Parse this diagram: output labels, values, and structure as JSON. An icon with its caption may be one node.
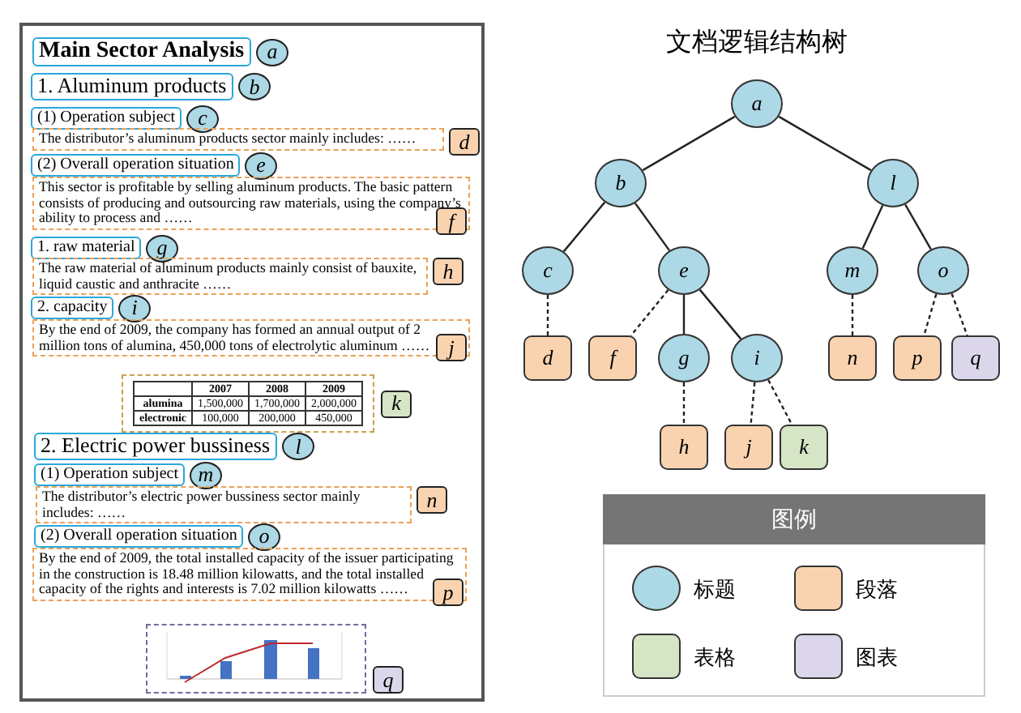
{
  "diagram": {
    "title": "文档逻辑结构树",
    "nodes": [
      {
        "text": [],
        "shape": "box"
      },
      {
        "text": [
          "Main Sector Analysis"
        ],
        "in": 0
      },
      {
        "text": [
          "a"
        ],
        "in": 0
      },
      {
        "text": [
          "1. Aluminum products"
        ],
        "in": 0
      },
      {
        "text": [
          "b"
        ],
        "in": 0
      },
      {
        "text": [
          "(1) Operation subject"
        ],
        "in": 0
      },
      {
        "text": [
          "c"
        ],
        "in": 0
      },
      {
        "text": [
          "The distributor’s aluminum products sector mainly includes: ……"
        ],
        "in": 0
      },
      {
        "text": [
          "d"
        ],
        "in": 0
      },
      {
        "text": [
          "(2) Overall operation situation"
        ],
        "in": 0
      },
      {
        "text": [
          "e"
        ],
        "in": 0
      },
      {
        "text": [
          "This sector is profitable by selling aluminum products. The basic pattern consists of producing and outsourcing raw materials, using the company’s ability to process and ……"
        ],
        "in": 0
      },
      {
        "text": [
          "f"
        ],
        "in": 0
      },
      {
        "text": [
          "1. raw material"
        ],
        "in": 0
      },
      {
        "text": [
          "g"
        ],
        "in": 0
      },
      {
        "text": [
          "The raw material of aluminum products mainly consist of bauxite, liquid caustic and anthracite ……"
        ],
        "in": 0
      },
      {
        "text": [
          "h"
        ],
        "in": 0
      },
      {
        "text": [
          "2. capacity"
        ],
        "in": 0
      },
      {
        "text": [
          "i"
        ],
        "in": 0
      },
      {
        "text": [
          "By the end of 2009, the company has formed an annual output of 2 million tons of alumina, 450,000 tons of electrolytic aluminum ……"
        ],
        "in": 0
      },
      {
        "text": [
          "j"
        ],
        "in": 0
      },
      {
        "text": [
          "2007",
          "2008",
          "2009",
          "alumina",
          "1,500,000",
          "1,700,000",
          "2,000,000",
          "electronic",
          "100,000",
          "200,000",
          "450,000"
        ],
        "in": 0
      },
      {
        "text": [
          "k"
        ],
        "in": 0
      },
      {
        "text": [
          "2. Electric power bussiness"
        ],
        "in": 0
      },
      {
        "text": [
          "l"
        ],
        "in": 0
      },
      {
        "text": [
          "(1) Operation subject"
        ],
        "in": 0
      },
      {
        "text": [
          "m"
        ],
        "in": 0
      },
      {
        "text": [
          "The distributor’s electric power bussiness sector mainly includes: ……"
        ],
        "in": 0
      },
      {
        "text": [
          "n"
        ],
        "in": 0
      },
      {
        "text": [
          "(2) Overall operation situation"
        ],
        "in": 0
      },
      {
        "text": [
          "o"
        ],
        "in": 0
      },
      {
        "text": [
          "By the end of 2009, the total installed capacity of the issuer participating in the construction is 18.48 million kilowatts, and the total installed capacity of the rights and interests is 7.02 million kilowatts ……"
        ],
        "in": 0
      },
      {
        "text": [
          "p"
        ],
        "in": 0
      },
      {
        "text": [],
        "shape": "picture",
        "in": 0
      },
      {
        "text": [
          "q"
        ],
        "in": 0
      },
      {
        "text": [
          "a"
        ]
      },
      {
        "text": [
          "b"
        ]
      },
      {
        "text": [
          "c"
        ]
      },
      {
        "text": [
          "d"
        ]
      },
      {
        "text": [
          "e"
        ]
      },
      {
        "text": [
          "f"
        ]
      },
      {
        "text": [
          "g"
        ]
      },
      {
        "text": [
          "h"
        ]
      },
      {
        "text": [
          "i"
        ]
      },
      {
        "text": [
          "j"
        ]
      },
      {
        "text": [
          "k"
        ]
      },
      {
        "text": [
          "l"
        ]
      },
      {
        "text": [
          "m"
        ]
      },
      {
        "text": [
          "n"
        ]
      },
      {
        "text": [
          "o"
        ]
      },
      {
        "text": [
          "p"
        ]
      },
      {
        "text": [
          "q"
        ]
      }
    ],
    "edges": [
      {
        "from": 35,
        "to": 36,
        "arrow": "none"
      },
      {
        "from": 35,
        "to": 46,
        "arrow": "none"
      },
      {
        "from": 36,
        "to": 37,
        "arrow": "none"
      },
      {
        "from": 36,
        "to": 39,
        "arrow": "none"
      },
      {
        "from": 37,
        "to": 38,
        "arrow": "none",
        "style": "dashed"
      },
      {
        "from": 39,
        "to": 40,
        "arrow": "none",
        "style": "dashed"
      },
      {
        "from": 39,
        "to": 41,
        "arrow": "none"
      },
      {
        "from": 39,
        "to": 43,
        "arrow": "none"
      },
      {
        "from": 41,
        "to": 42,
        "arrow": "none",
        "style": "dashed"
      },
      {
        "from": 43,
        "to": 44,
        "arrow": "none",
        "style": "dashed"
      },
      {
        "from": 43,
        "to": 45,
        "arrow": "none",
        "style": "dashed"
      },
      {
        "from": 46,
        "to": 47,
        "arrow": "none"
      },
      {
        "from": 46,
        "to": 49,
        "arrow": "none"
      },
      {
        "from": 47,
        "to": 48,
        "arrow": "none",
        "style": "dashed"
      },
      {
        "from": 49,
        "to": 50,
        "arrow": "none",
        "style": "dashed"
      },
      {
        "from": 49,
        "to": 51,
        "arrow": "none",
        "style": "dashed"
      }
    ],
    "labels": [
      "图例"
    ],
    "legend": [
      {
        "text": "标题",
        "color": "#add8e6"
      },
      {
        "text": "段落",
        "color": "#f9d3b0"
      },
      {
        "text": "表格",
        "color": "#d6e5c5"
      },
      {
        "text": "图表",
        "color": "#dcd6ea"
      }
    ]
  }
}
